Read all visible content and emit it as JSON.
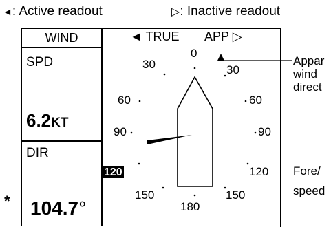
{
  "legend": {
    "active_symbol": "◄",
    "active_text": ": Active readout",
    "inactive_symbol": "▷",
    "inactive_text": ": Inactive readout"
  },
  "panel": {
    "header": "WIND",
    "speed_label": "SPD",
    "speed_value": "6.2",
    "speed_unit": "KT",
    "dir_label": "DIR",
    "dir_marker": "*",
    "dir_value": "104.7",
    "dir_unit": "°"
  },
  "dial": {
    "mode_true": "◄ TRUE",
    "mode_app": "APP ▷",
    "scale": [
      "0",
      "30",
      "30",
      "60",
      "60",
      "90",
      "90",
      "120",
      "120",
      "150",
      "150",
      "180"
    ]
  },
  "callouts": {
    "apparent_wind": [
      "Appar",
      "wind",
      "direct"
    ],
    "fore_speed": [
      "Fore/",
      "speed"
    ]
  }
}
